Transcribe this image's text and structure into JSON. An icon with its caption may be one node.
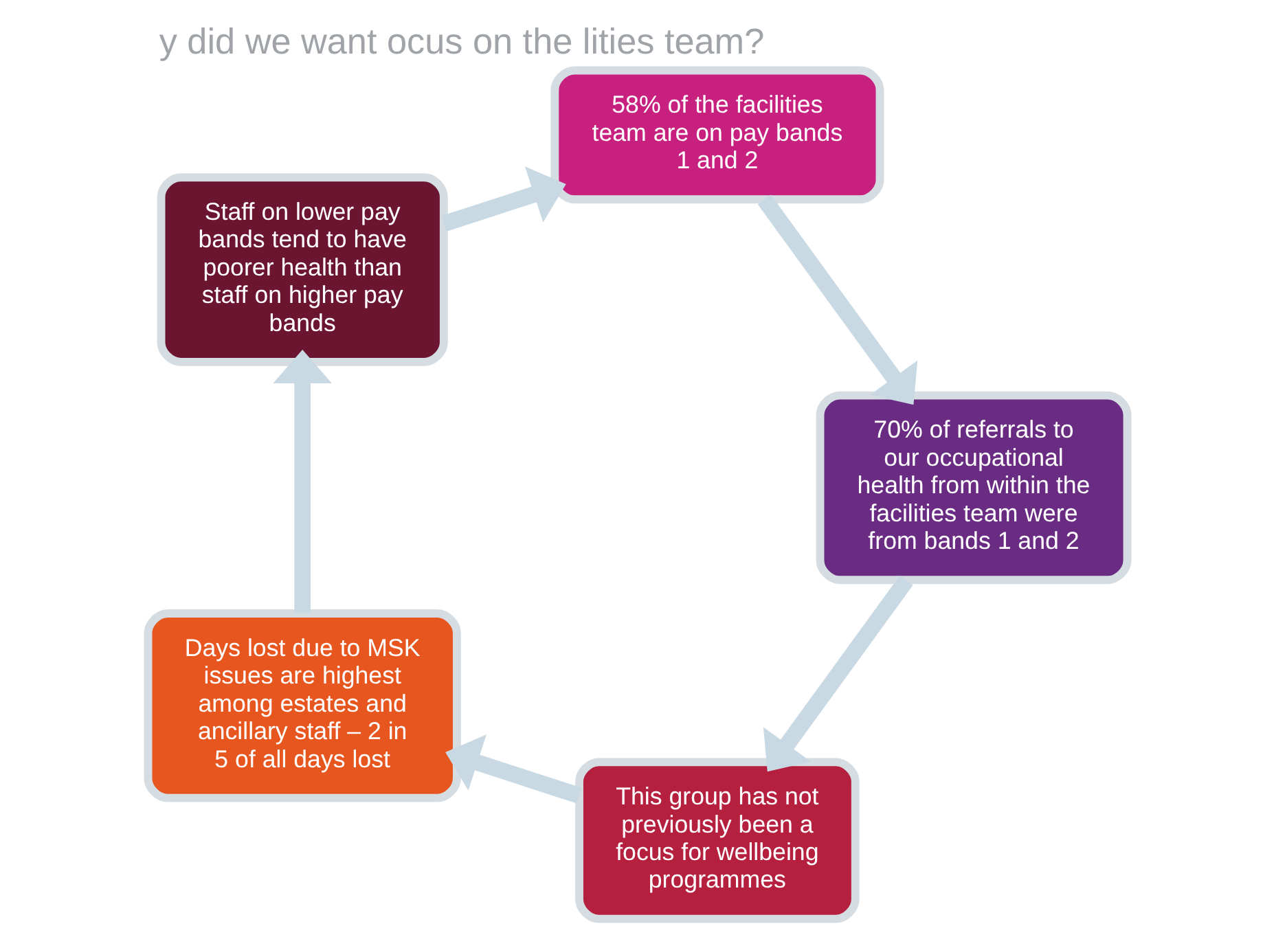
{
  "diagram": {
    "title": "y did we want ocus on the lities team?",
    "nodes": [
      {
        "text": [
          "This group has not previously been a focus for wellbeing programmes"
        ]
      },
      {
        "text": [
          "Days lost due to MSK issues are highest among estates and ancillary staff – 2 in 5 of all days lost"
        ]
      },
      {
        "text": [
          "Staff on lower pay bands tend to have poorer health than staff on higher pay bands"
        ]
      },
      {
        "text": [
          "58% of the facilities team are on pay bands 1 and 2"
        ]
      },
      {
        "text": [
          "70% of referrals to our occupational health from within the facilities team were from bands 1 and 2"
        ]
      }
    ],
    "edges": [
      {
        "from": 0,
        "to": 1,
        "arrow": "to"
      },
      {
        "from": 1,
        "to": 2,
        "arrow": "to"
      },
      {
        "from": 2,
        "to": 3,
        "arrow": "to"
      },
      {
        "from": 3,
        "to": 4,
        "arrow": "to"
      },
      {
        "from": 4,
        "to": 0,
        "arrow": "to"
      }
    ]
  }
}
